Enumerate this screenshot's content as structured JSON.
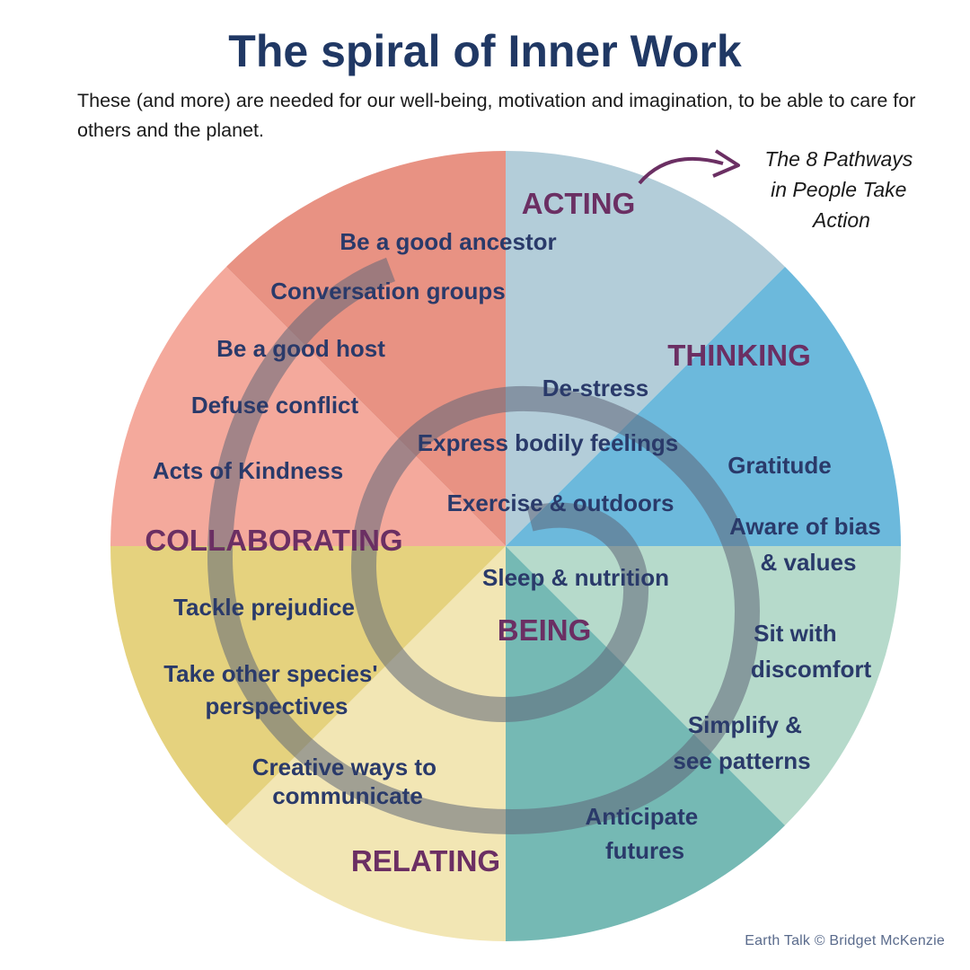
{
  "title": "The spiral of Inner Work",
  "subtitle": "These (and more) are needed for our well-being, motivation and imagination, to be able to care for others and the planet.",
  "credit": "Earth Talk © Bridget McKenzie",
  "note": [
    "The 8 Pathways",
    "in People Take",
    "Action"
  ],
  "colors": {
    "acting": "#b3cdd9",
    "thinking": "#6cb9dc",
    "sit_discomfort": "#b6dacb",
    "anticipate": "#75b9b4",
    "relating": "#f2e6b4",
    "collaborating": "#e5d27e",
    "kindness": "#f4a99c",
    "ancestor": "#e89283",
    "spiral": "#5e6678",
    "title": "#203864",
    "pathway_label": "#6b2f63",
    "item_text": "#2a3a6a",
    "arrow": "#6b2f63"
  },
  "pathways": {
    "acting": "ACTING",
    "thinking": "THINKING",
    "collaborating": "COLLABORATING",
    "being": "BEING",
    "relating": "RELATING"
  },
  "items": {
    "ancestor": "Be a good ancestor",
    "conversation": "Conversation groups",
    "host": "Be a good host",
    "defuse": "Defuse conflict",
    "kindness": "Acts of Kindness",
    "destress": "De-stress",
    "bodily": "Express bodily feelings",
    "exercise": "Exercise & outdoors",
    "sleep": "Sleep & nutrition",
    "gratitude": "Gratitude",
    "bias": [
      "Aware of bias",
      "& values"
    ],
    "sit": [
      "Sit with",
      "discomfort"
    ],
    "simplify": [
      "Simplify &",
      "see patterns"
    ],
    "anticipate": [
      "Anticipate",
      "futures"
    ],
    "prejudice": "Tackle prejudice",
    "species": [
      "Take other species'",
      "perspectives"
    ],
    "creative": [
      "Creative ways to",
      "communicate"
    ]
  }
}
